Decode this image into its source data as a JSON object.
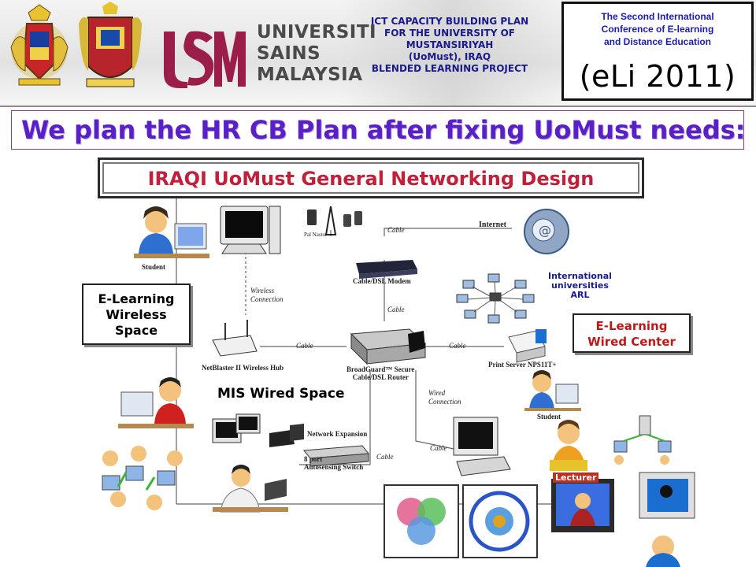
{
  "header": {
    "university_name_lines": [
      "UNIVERSITI",
      "SAINS",
      "MALAYSIA"
    ],
    "project_title_lines": [
      "ICT CAPACITY BUILDING PLAN",
      "FOR THE UNIVERSITY OF",
      "MUSTANSIRIYAH",
      "(UoMust), IRAQ",
      "BLENDED LEARNING PROJECT"
    ],
    "conference_lines": [
      "The Second International",
      "Conference of E-learning",
      "and Distance Education"
    ],
    "conference_short": "(eLi 2011)"
  },
  "heading": "We plan the HR CB Plan after fixing UoMust needs:",
  "diagram": {
    "title": "IRAQI UoMust General Networking Design",
    "wireless_box_lines": [
      "E-Learning",
      "Wireless",
      "Space"
    ],
    "wired_box_lines": [
      "E-Learning",
      "Wired Center"
    ],
    "mis_label": "MIS Wired Space",
    "labels": {
      "student_top": "Student",
      "student_right": "Student",
      "lecturer": "Lecturer",
      "internet": "Internet",
      "cable": "Cable",
      "modem": "Cable/DSL Modem",
      "wireless_connection_lines": [
        "Wireless",
        "Connection"
      ],
      "wired_connection_lines": [
        "Wired",
        "Connection"
      ],
      "hub": "NetBlaster II Wireless Hub",
      "router_lines": [
        "BroadGuard™ Secure",
        "Cable/DSL Router"
      ],
      "print_server": "Print Server NPS11T+",
      "network_expansion": "Network Expansion",
      "switch_lines": [
        "8 port",
        "Autosensing Switch"
      ],
      "pda": "Pal Nastor",
      "intl_lines": [
        "International",
        "universities",
        "ARL"
      ]
    }
  },
  "colors": {
    "heading": "#5a20c8",
    "diagram_title": "#c0203a",
    "header_text": "#1a1a8c",
    "usm_red": "#9b1d4a"
  }
}
